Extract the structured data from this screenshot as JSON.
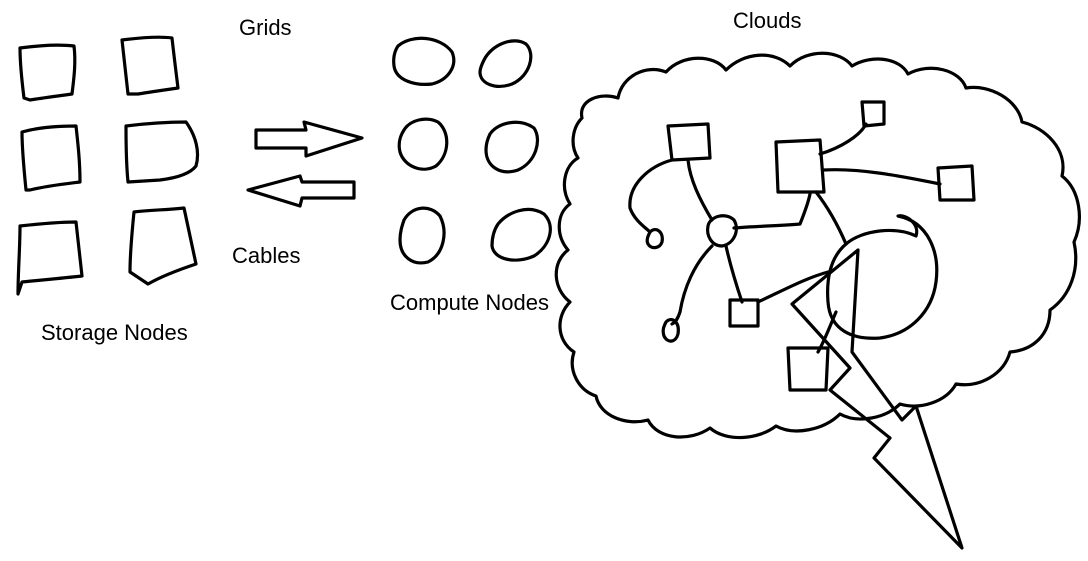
{
  "labels": {
    "grids": "Grids",
    "clouds": "Clouds",
    "cables": "Cables",
    "compute_nodes": "Compute Nodes",
    "storage_nodes": "Storage Nodes"
  },
  "colors": {
    "ink": "#000000",
    "background": "#ffffff"
  }
}
